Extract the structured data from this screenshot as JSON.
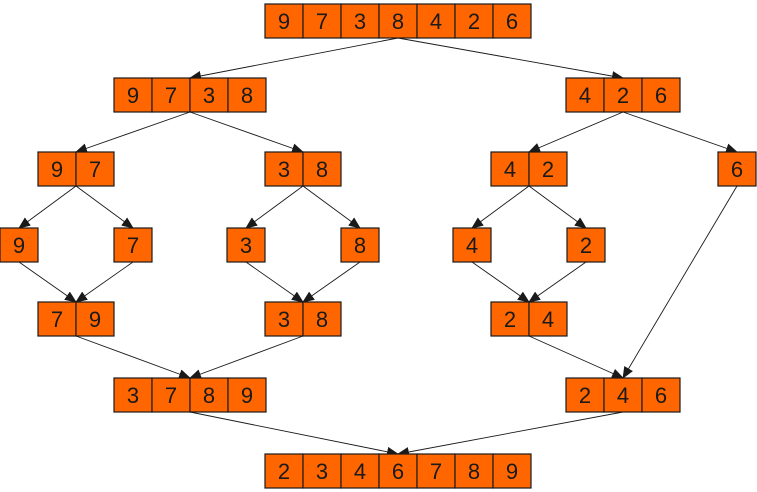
{
  "diagram": {
    "colors": {
      "cell_fill": "#ff6600",
      "cell_border": "#1a1a1a",
      "text": "#1a1a1a",
      "edge": "#1a1a1a"
    },
    "nodes": [
      {
        "id": "root",
        "values": [
          "9",
          "7",
          "3",
          "8",
          "4",
          "2",
          "6"
        ]
      },
      {
        "id": "l",
        "values": [
          "9",
          "7",
          "3",
          "8"
        ]
      },
      {
        "id": "r",
        "values": [
          "4",
          "2",
          "6"
        ]
      },
      {
        "id": "ll",
        "values": [
          "9",
          "7"
        ]
      },
      {
        "id": "lr",
        "values": [
          "3",
          "8"
        ]
      },
      {
        "id": "rl",
        "values": [
          "4",
          "2"
        ]
      },
      {
        "id": "rr",
        "values": [
          "6"
        ]
      },
      {
        "id": "lll",
        "values": [
          "9"
        ]
      },
      {
        "id": "llr",
        "values": [
          "7"
        ]
      },
      {
        "id": "lrl",
        "values": [
          "3"
        ]
      },
      {
        "id": "lrr",
        "values": [
          "8"
        ]
      },
      {
        "id": "rll",
        "values": [
          "4"
        ]
      },
      {
        "id": "rlr",
        "values": [
          "2"
        ]
      },
      {
        "id": "m_ll",
        "values": [
          "7",
          "9"
        ]
      },
      {
        "id": "m_lr",
        "values": [
          "3",
          "8"
        ]
      },
      {
        "id": "m_rl",
        "values": [
          "2",
          "4"
        ]
      },
      {
        "id": "m_l",
        "values": [
          "3",
          "7",
          "8",
          "9"
        ]
      },
      {
        "id": "m_r",
        "values": [
          "2",
          "4",
          "6"
        ]
      },
      {
        "id": "final",
        "values": [
          "2",
          "3",
          "4",
          "6",
          "7",
          "8",
          "9"
        ]
      }
    ],
    "edges": [
      [
        "root",
        "l"
      ],
      [
        "root",
        "r"
      ],
      [
        "l",
        "ll"
      ],
      [
        "l",
        "lr"
      ],
      [
        "r",
        "rl"
      ],
      [
        "r",
        "rr"
      ],
      [
        "ll",
        "lll"
      ],
      [
        "ll",
        "llr"
      ],
      [
        "lr",
        "lrl"
      ],
      [
        "lr",
        "lrr"
      ],
      [
        "rl",
        "rll"
      ],
      [
        "rl",
        "rlr"
      ],
      [
        "lll",
        "m_ll"
      ],
      [
        "llr",
        "m_ll"
      ],
      [
        "lrl",
        "m_lr"
      ],
      [
        "lrr",
        "m_lr"
      ],
      [
        "rll",
        "m_rl"
      ],
      [
        "rlr",
        "m_rl"
      ],
      [
        "m_ll",
        "m_l"
      ],
      [
        "m_lr",
        "m_l"
      ],
      [
        "m_rl",
        "m_r"
      ],
      [
        "rr",
        "m_r"
      ],
      [
        "m_l",
        "final"
      ],
      [
        "m_r",
        "final"
      ]
    ]
  }
}
